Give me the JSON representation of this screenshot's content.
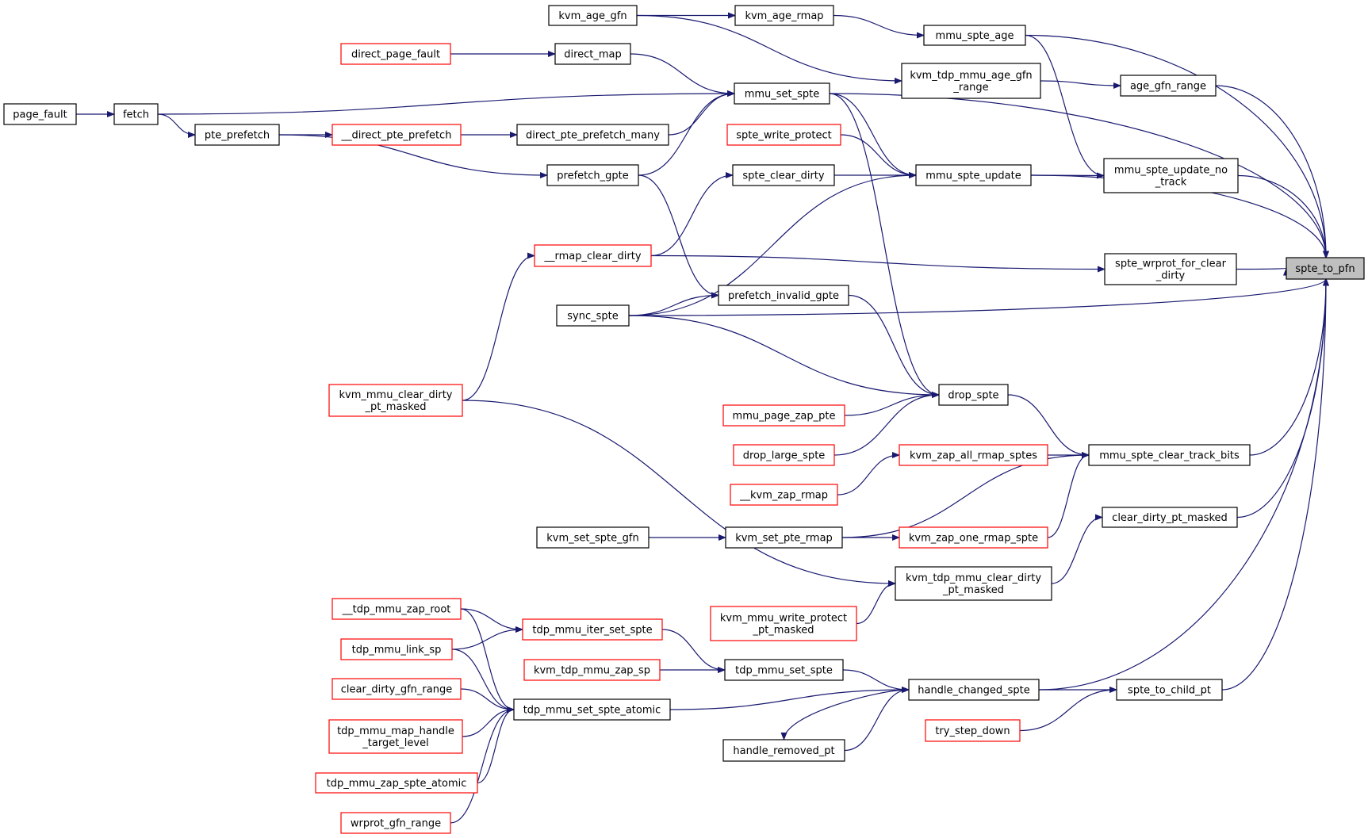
{
  "title": "spte_to_pfn",
  "colors": {
    "edge": "#191970",
    "node_border": "#000000",
    "truncated_border": "#ff0000",
    "focus_fill": "#bfbfbf",
    "node_fill": "#ffffff"
  },
  "nodes": [
    {
      "id": "spte_to_pfn",
      "lines": [
        "spte_to_pfn"
      ],
      "style": "focus"
    },
    {
      "id": "kvm_age_gfn",
      "lines": [
        "kvm_age_gfn"
      ],
      "style": "normal"
    },
    {
      "id": "kvm_age_rmap",
      "lines": [
        "kvm_age_rmap"
      ],
      "style": "normal"
    },
    {
      "id": "mmu_spte_age",
      "lines": [
        "mmu_spte_age"
      ],
      "style": "normal"
    },
    {
      "id": "direct_page_fault",
      "lines": [
        "direct_page_fault"
      ],
      "style": "truncated"
    },
    {
      "id": "direct_map",
      "lines": [
        "direct_map"
      ],
      "style": "normal"
    },
    {
      "id": "kvm_tdp_mmu_age_gfn_range",
      "lines": [
        "kvm_tdp_mmu_age_gfn",
        "_range"
      ],
      "style": "normal"
    },
    {
      "id": "age_gfn_range",
      "lines": [
        "age_gfn_range"
      ],
      "style": "normal"
    },
    {
      "id": "page_fault",
      "lines": [
        "page_fault"
      ],
      "style": "normal"
    },
    {
      "id": "fetch",
      "lines": [
        "fetch"
      ],
      "style": "normal"
    },
    {
      "id": "mmu_set_spte",
      "lines": [
        "mmu_set_spte"
      ],
      "style": "normal"
    },
    {
      "id": "pte_prefetch",
      "lines": [
        "pte_prefetch"
      ],
      "style": "normal"
    },
    {
      "id": "__direct_pte_prefetch",
      "lines": [
        "__direct_pte_prefetch"
      ],
      "style": "truncated"
    },
    {
      "id": "direct_pte_prefetch_many",
      "lines": [
        "direct_pte_prefetch_many"
      ],
      "style": "normal"
    },
    {
      "id": "spte_write_protect",
      "lines": [
        "spte_write_protect"
      ],
      "style": "truncated"
    },
    {
      "id": "prefetch_gpte",
      "lines": [
        "prefetch_gpte"
      ],
      "style": "normal"
    },
    {
      "id": "spte_clear_dirty",
      "lines": [
        "spte_clear_dirty"
      ],
      "style": "normal"
    },
    {
      "id": "mmu_spte_update",
      "lines": [
        "mmu_spte_update"
      ],
      "style": "normal"
    },
    {
      "id": "mmu_spte_update_no_track",
      "lines": [
        "mmu_spte_update_no",
        "_track"
      ],
      "style": "normal"
    },
    {
      "id": "__rmap_clear_dirty",
      "lines": [
        "__rmap_clear_dirty"
      ],
      "style": "truncated"
    },
    {
      "id": "spte_wrprot_for_clear_dirty",
      "lines": [
        "spte_wrprot_for_clear",
        "_dirty"
      ],
      "style": "normal"
    },
    {
      "id": "prefetch_invalid_gpte",
      "lines": [
        "prefetch_invalid_gpte"
      ],
      "style": "normal"
    },
    {
      "id": "sync_spte",
      "lines": [
        "sync_spte"
      ],
      "style": "normal"
    },
    {
      "id": "kvm_mmu_clear_dirty_pt_masked",
      "lines": [
        "kvm_mmu_clear_dirty",
        "_pt_masked"
      ],
      "style": "truncated"
    },
    {
      "id": "drop_spte",
      "lines": [
        "drop_spte"
      ],
      "style": "normal"
    },
    {
      "id": "mmu_page_zap_pte",
      "lines": [
        "mmu_page_zap_pte"
      ],
      "style": "truncated"
    },
    {
      "id": "drop_large_spte",
      "lines": [
        "drop_large_spte"
      ],
      "style": "truncated"
    },
    {
      "id": "kvm_zap_all_rmap_sptes",
      "lines": [
        "kvm_zap_all_rmap_sptes"
      ],
      "style": "truncated"
    },
    {
      "id": "mmu_spte_clear_track_bits",
      "lines": [
        "mmu_spte_clear_track_bits"
      ],
      "style": "normal"
    },
    {
      "id": "__kvm_zap_rmap",
      "lines": [
        "__kvm_zap_rmap"
      ],
      "style": "truncated"
    },
    {
      "id": "clear_dirty_pt_masked",
      "lines": [
        "clear_dirty_pt_masked"
      ],
      "style": "normal"
    },
    {
      "id": "kvm_set_spte_gfn",
      "lines": [
        "kvm_set_spte_gfn"
      ],
      "style": "normal"
    },
    {
      "id": "kvm_set_pte_rmap",
      "lines": [
        "kvm_set_pte_rmap"
      ],
      "style": "normal"
    },
    {
      "id": "kvm_zap_one_rmap_spte",
      "lines": [
        "kvm_zap_one_rmap_spte"
      ],
      "style": "truncated"
    },
    {
      "id": "kvm_tdp_mmu_clear_dirty_pt_masked",
      "lines": [
        "kvm_tdp_mmu_clear_dirty",
        "_pt_masked"
      ],
      "style": "normal"
    },
    {
      "id": "__tdp_mmu_zap_root",
      "lines": [
        "__tdp_mmu_zap_root"
      ],
      "style": "truncated"
    },
    {
      "id": "kvm_mmu_write_protect_pt_masked",
      "lines": [
        "kvm_mmu_write_protect",
        "_pt_masked"
      ],
      "style": "truncated"
    },
    {
      "id": "tdp_mmu_iter_set_spte",
      "lines": [
        "tdp_mmu_iter_set_spte"
      ],
      "style": "truncated"
    },
    {
      "id": "tdp_mmu_link_sp",
      "lines": [
        "tdp_mmu_link_sp"
      ],
      "style": "truncated"
    },
    {
      "id": "kvm_tdp_mmu_zap_sp",
      "lines": [
        "kvm_tdp_mmu_zap_sp"
      ],
      "style": "truncated"
    },
    {
      "id": "tdp_mmu_set_spte",
      "lines": [
        "tdp_mmu_set_spte"
      ],
      "style": "normal"
    },
    {
      "id": "clear_dirty_gfn_range",
      "lines": [
        "clear_dirty_gfn_range"
      ],
      "style": "truncated"
    },
    {
      "id": "handle_changed_spte",
      "lines": [
        "handle_changed_spte"
      ],
      "style": "normal"
    },
    {
      "id": "spte_to_child_pt",
      "lines": [
        "spte_to_child_pt"
      ],
      "style": "normal"
    },
    {
      "id": "tdp_mmu_set_spte_atomic",
      "lines": [
        "tdp_mmu_set_spte_atomic"
      ],
      "style": "normal"
    },
    {
      "id": "tdp_mmu_map_handle_target_level",
      "lines": [
        "tdp_mmu_map_handle",
        "_target_level"
      ],
      "style": "truncated"
    },
    {
      "id": "try_step_down",
      "lines": [
        "try_step_down"
      ],
      "style": "truncated"
    },
    {
      "id": "handle_removed_pt",
      "lines": [
        "handle_removed_pt"
      ],
      "style": "normal"
    },
    {
      "id": "tdp_mmu_zap_spte_atomic",
      "lines": [
        "tdp_mmu_zap_spte_atomic"
      ],
      "style": "truncated"
    },
    {
      "id": "wrprot_gfn_range",
      "lines": [
        "wrprot_gfn_range"
      ],
      "style": "truncated"
    }
  ],
  "edges": [
    {
      "from": "kvm_age_gfn",
      "to": "kvm_age_rmap"
    },
    {
      "from": "kvm_age_gfn",
      "to": "kvm_tdp_mmu_age_gfn_range"
    },
    {
      "from": "kvm_age_rmap",
      "to": "mmu_spte_age"
    },
    {
      "from": "mmu_spte_age",
      "to": "spte_to_pfn"
    },
    {
      "from": "mmu_spte_age",
      "to": "mmu_spte_update_no_track"
    },
    {
      "from": "direct_page_fault",
      "to": "direct_map"
    },
    {
      "from": "direct_map",
      "to": "mmu_set_spte"
    },
    {
      "from": "kvm_tdp_mmu_age_gfn_range",
      "to": "age_gfn_range"
    },
    {
      "from": "age_gfn_range",
      "to": "spte_to_pfn"
    },
    {
      "from": "page_fault",
      "to": "fetch"
    },
    {
      "from": "fetch",
      "to": "mmu_set_spte"
    },
    {
      "from": "fetch",
      "to": "pte_prefetch"
    },
    {
      "from": "pte_prefetch",
      "to": "__direct_pte_prefetch"
    },
    {
      "from": "pte_prefetch",
      "to": "prefetch_gpte"
    },
    {
      "from": "__direct_pte_prefetch",
      "to": "direct_pte_prefetch_many"
    },
    {
      "from": "direct_pte_prefetch_many",
      "to": "mmu_set_spte"
    },
    {
      "from": "prefetch_gpte",
      "to": "mmu_set_spte"
    },
    {
      "from": "prefetch_gpte",
      "to": "prefetch_invalid_gpte"
    },
    {
      "from": "mmu_set_spte",
      "to": "spte_to_pfn"
    },
    {
      "from": "mmu_set_spte",
      "to": "mmu_spte_update"
    },
    {
      "from": "mmu_set_spte",
      "to": "drop_spte"
    },
    {
      "from": "spte_write_protect",
      "to": "mmu_spte_update"
    },
    {
      "from": "spte_clear_dirty",
      "to": "mmu_spte_update"
    },
    {
      "from": "mmu_spte_update",
      "to": "mmu_spte_update_no_track"
    },
    {
      "from": "mmu_spte_update",
      "to": "spte_to_pfn"
    },
    {
      "from": "mmu_spte_update_no_track",
      "to": "spte_to_pfn"
    },
    {
      "from": "__rmap_clear_dirty",
      "to": "spte_clear_dirty"
    },
    {
      "from": "__rmap_clear_dirty",
      "to": "spte_wrprot_for_clear_dirty"
    },
    {
      "from": "spte_wrprot_for_clear_dirty",
      "to": "spte_to_pfn"
    },
    {
      "from": "sync_spte",
      "to": "mmu_spte_update"
    },
    {
      "from": "sync_spte",
      "to": "prefetch_invalid_gpte"
    },
    {
      "from": "sync_spte",
      "to": "spte_to_pfn"
    },
    {
      "from": "sync_spte",
      "to": "drop_spte"
    },
    {
      "from": "prefetch_invalid_gpte",
      "to": "drop_spte"
    },
    {
      "from": "kvm_mmu_clear_dirty_pt_masked",
      "to": "__rmap_clear_dirty"
    },
    {
      "from": "kvm_mmu_clear_dirty_pt_masked",
      "to": "kvm_tdp_mmu_clear_dirty_pt_masked"
    },
    {
      "from": "mmu_page_zap_pte",
      "to": "drop_spte"
    },
    {
      "from": "drop_large_spte",
      "to": "drop_spte"
    },
    {
      "from": "drop_spte",
      "to": "mmu_spte_clear_track_bits"
    },
    {
      "from": "kvm_zap_all_rmap_sptes",
      "to": "mmu_spte_clear_track_bits"
    },
    {
      "from": "__kvm_zap_rmap",
      "to": "kvm_zap_all_rmap_sptes"
    },
    {
      "from": "kvm_set_pte_rmap",
      "to": "mmu_spte_clear_track_bits"
    },
    {
      "from": "kvm_zap_one_rmap_spte",
      "to": "mmu_spte_clear_track_bits"
    },
    {
      "from": "mmu_spte_clear_track_bits",
      "to": "spte_to_pfn"
    },
    {
      "from": "kvm_set_spte_gfn",
      "to": "kvm_set_pte_rmap"
    },
    {
      "from": "kvm_set_pte_rmap",
      "to": "kvm_zap_one_rmap_spte"
    },
    {
      "from": "clear_dirty_pt_masked",
      "to": "spte_to_pfn"
    },
    {
      "from": "kvm_tdp_mmu_clear_dirty_pt_masked",
      "to": "clear_dirty_pt_masked"
    },
    {
      "from": "kvm_mmu_write_protect_pt_masked",
      "to": "kvm_tdp_mmu_clear_dirty_pt_masked"
    },
    {
      "from": "__tdp_mmu_zap_root",
      "to": "tdp_mmu_iter_set_spte"
    },
    {
      "from": "__tdp_mmu_zap_root",
      "to": "tdp_mmu_set_spte_atomic"
    },
    {
      "from": "tdp_mmu_link_sp",
      "to": "tdp_mmu_iter_set_spte"
    },
    {
      "from": "tdp_mmu_link_sp",
      "to": "tdp_mmu_set_spte_atomic"
    },
    {
      "from": "tdp_mmu_iter_set_spte",
      "to": "tdp_mmu_set_spte"
    },
    {
      "from": "kvm_tdp_mmu_zap_sp",
      "to": "tdp_mmu_set_spte"
    },
    {
      "from": "tdp_mmu_set_spte",
      "to": "handle_changed_spte"
    },
    {
      "from": "clear_dirty_gfn_range",
      "to": "tdp_mmu_set_spte_atomic"
    },
    {
      "from": "tdp_mmu_map_handle_target_level",
      "to": "tdp_mmu_set_spte_atomic"
    },
    {
      "from": "tdp_mmu_zap_spte_atomic",
      "to": "tdp_mmu_set_spte_atomic"
    },
    {
      "from": "wrprot_gfn_range",
      "to": "tdp_mmu_set_spte_atomic"
    },
    {
      "from": "tdp_mmu_set_spte_atomic",
      "to": "handle_changed_spte"
    },
    {
      "from": "handle_changed_spte",
      "to": "spte_to_pfn"
    },
    {
      "from": "handle_changed_spte",
      "to": "spte_to_child_pt"
    },
    {
      "from": "handle_changed_spte",
      "to": "handle_removed_pt"
    },
    {
      "from": "handle_removed_pt",
      "to": "handle_changed_spte"
    },
    {
      "from": "try_step_down",
      "to": "spte_to_child_pt"
    },
    {
      "from": "spte_to_child_pt",
      "to": "spte_to_pfn"
    }
  ]
}
